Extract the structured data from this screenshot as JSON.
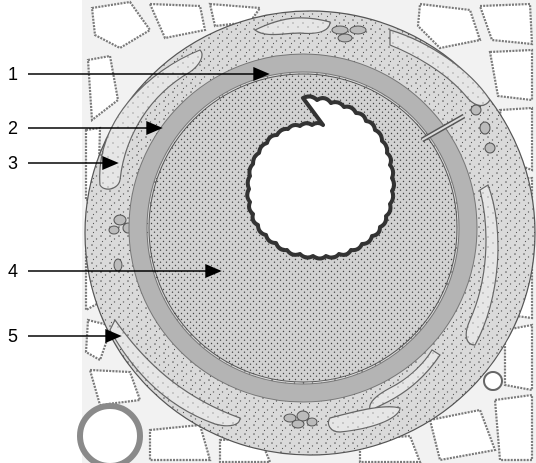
{
  "labels": [
    {
      "id": "1",
      "text": "1"
    },
    {
      "id": "2",
      "text": "2"
    },
    {
      "id": "3",
      "text": "3"
    },
    {
      "id": "4",
      "text": "4"
    },
    {
      "id": "5",
      "text": "5"
    }
  ],
  "colors": {
    "tissue": "#dcdcdc",
    "tissue_dark": "#c6c6c6",
    "smooth_muscle_band": "#bdbdbd",
    "lumen": "#ffffff",
    "outline": "#333333",
    "stipple": "#555555",
    "alveoli_stroke": "#7a7a7a"
  }
}
